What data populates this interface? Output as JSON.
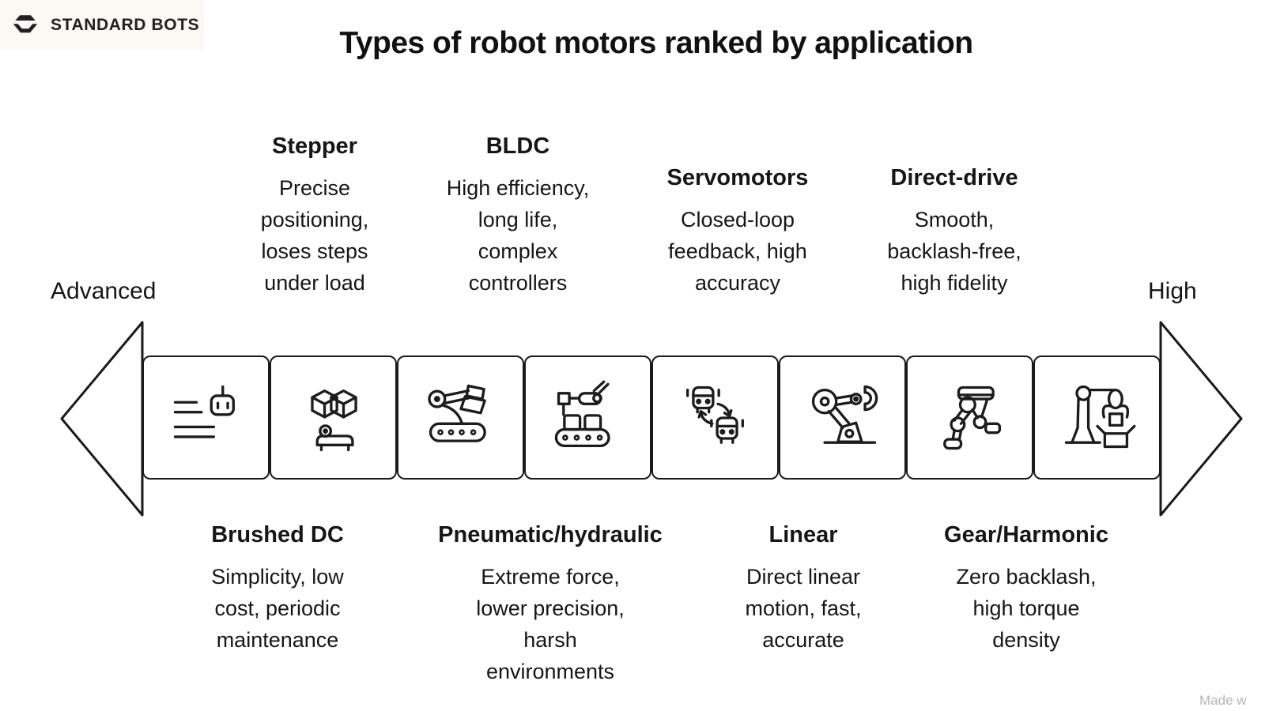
{
  "header": {
    "logo_text": "STANDARD BOTS",
    "title": "Types of robot motors ranked by application"
  },
  "scale": {
    "left_label": "Advanced",
    "right_label": "High"
  },
  "motors": [
    {
      "name": "Brushed DC",
      "label_position": "bottom",
      "icon": "robot-checklist-icon",
      "description_lines": [
        "Simplicity, low",
        "cost, periodic",
        "maintenance"
      ]
    },
    {
      "name": "Stepper",
      "label_position": "top",
      "icon": "stacked-cubes-person-icon",
      "description_lines": [
        "Precise",
        "positioning,",
        "loses steps",
        "under load"
      ]
    },
    {
      "name": "BLDC",
      "label_position": "top",
      "icon": "robot-arm-conveyor-icon",
      "description_lines": [
        "High efficiency,",
        "long life,",
        "complex",
        "controllers"
      ]
    },
    {
      "name": "Pneumatic/hydraulic",
      "label_position": "bottom",
      "icon": "pick-and-place-conveyor-icon",
      "description_lines": [
        "Extreme force,",
        "lower precision,",
        "harsh",
        "environments"
      ]
    },
    {
      "name": "Servomotors",
      "label_position": "top",
      "icon": "swap-robot-heads-icon",
      "description_lines": [
        "Closed-loop",
        "feedback, high",
        "accuracy"
      ]
    },
    {
      "name": "Linear",
      "label_position": "bottom",
      "icon": "robot-arm-gripper-icon",
      "description_lines": [
        "Direct linear",
        "motion, fast,",
        "accurate"
      ]
    },
    {
      "name": "Direct-drive",
      "label_position": "top",
      "icon": "walking-robot-legs-icon",
      "description_lines": [
        "Smooth,",
        "backlash-free,",
        "high fidelity"
      ]
    },
    {
      "name": "Gear/Harmonic",
      "label_position": "bottom",
      "icon": "robot-arm-packing-icon",
      "description_lines": [
        "Zero backlash,",
        "high torque",
        "density"
      ]
    }
  ],
  "colors": {
    "ink": "#1a1a1a",
    "logo_bg": "#fbf9f3",
    "watermark_gray": "#b5b5b5"
  },
  "watermark": "Made w"
}
